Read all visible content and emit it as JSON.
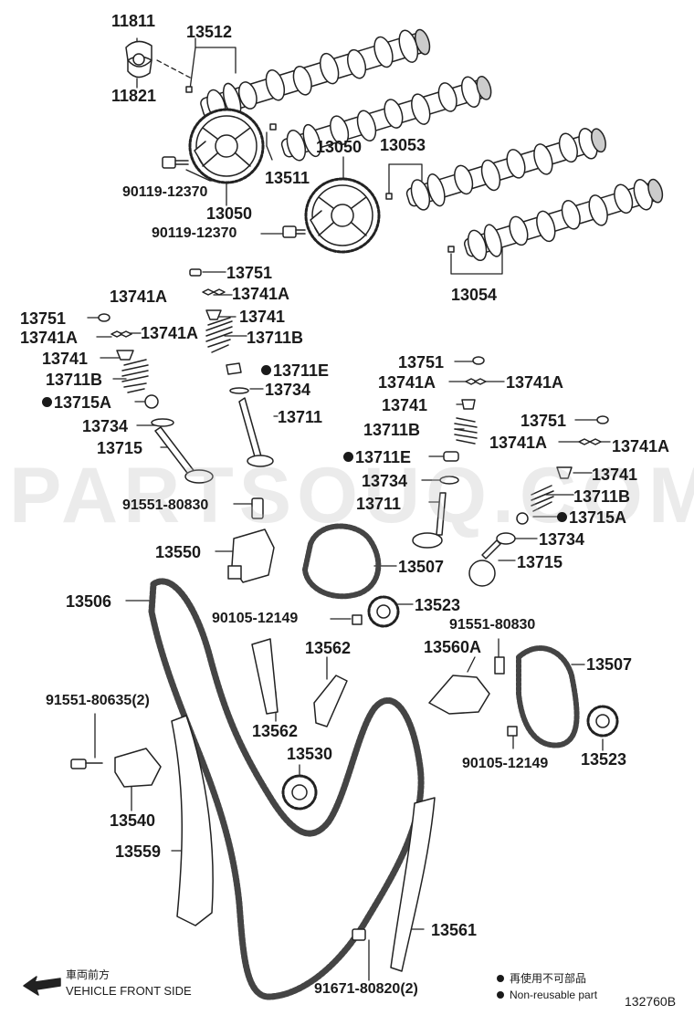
{
  "diagram": {
    "watermark": "PARTSOUQ.COM",
    "ref_code": "132760B",
    "direction": {
      "jp": "車両前方",
      "en": "VEHICLE FRONT SIDE"
    },
    "legend": {
      "jp": "再使用不可部品",
      "en": "Non-reusable part"
    },
    "labels": {
      "l11811": "11811",
      "l11821": "11821",
      "l13512": "13512",
      "l13511": "13511",
      "l13050a": "13050",
      "l13050b": "13050",
      "l13053": "13053",
      "l90119a": "90119-12370",
      "l90119b": "90119-12370",
      "l13054": "13054",
      "l13751a": "13751",
      "l13741Aa": "13741A",
      "l13741Ab": "13741A",
      "l13751b": "13751",
      "l13741Ac": "13741A",
      "l13741Ad": "13741A",
      "l13741a": "13741",
      "l13711Ba": "13711B",
      "l13741b": "13741",
      "l13711Bb": "13711B",
      "l13711Ea": "13711E",
      "l13715Aa": "13715A",
      "l13734a": "13734",
      "l13734b": "13734",
      "l13711a": "13711",
      "l13715a": "13715",
      "l13751c": "13751",
      "l13741Ae": "13741A",
      "l13741Af": "13741A",
      "l13741c": "13741",
      "l13711Bc": "13711B",
      "l13711Eb": "13711E",
      "l13734c": "13734",
      "l13711b": "13711",
      "l13751d": "13751",
      "l13741Ag": "13741A",
      "l13741Ah": "13741A",
      "l13741d": "13741",
      "l13711Bd": "13711B",
      "l13715Ab": "13715A",
      "l13734d": "13734",
      "l13715b": "13715",
      "l91551a": "91551-80830",
      "l13550": "13550",
      "l13507a": "13507",
      "l13506": "13506",
      "l90105a": "90105-12149",
      "l13523a": "13523",
      "l91551b": "91551-80830",
      "l13562a": "13562",
      "l13560A": "13560A",
      "l13507b": "13507",
      "l13562b": "13562",
      "l91551c": "91551-80635(2)",
      "l13530": "13530",
      "l90105b": "90105-12149",
      "l13523b": "13523",
      "l13540": "13540",
      "l13559": "13559",
      "l13561": "13561",
      "l91671": "91671-80820(2)"
    }
  }
}
